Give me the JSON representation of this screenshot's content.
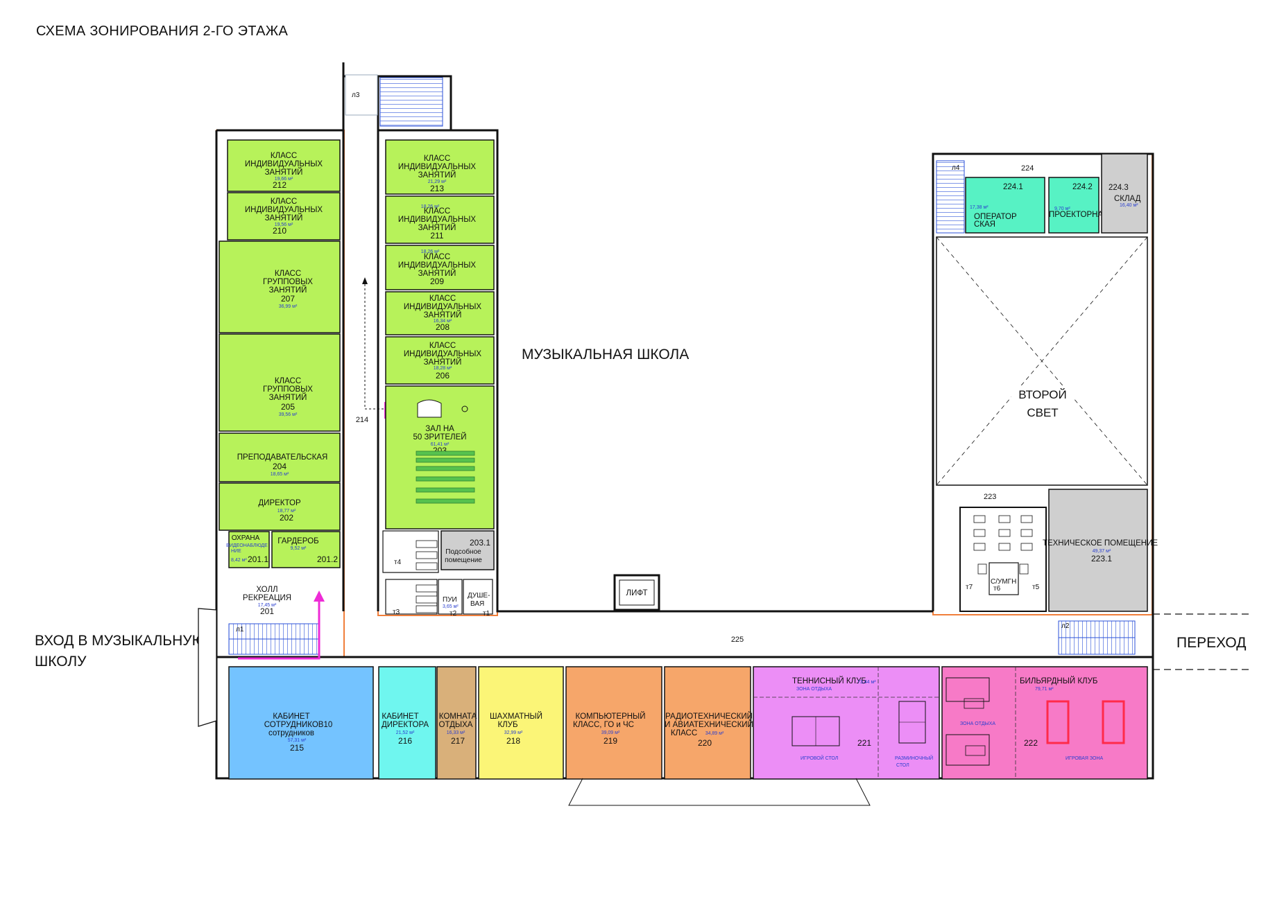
{
  "title": "СХЕМА ЗОНИРОВАНИЯ 2-ГО ЭТАЖА",
  "labels": {
    "school": "МУЗЫКАЛЬНАЯ ШКОЛА",
    "entrance_1": "ВХОД В МУЗЫКАЛЬНУЮ",
    "entrance_2": "ШКОЛУ",
    "transition": "ПЕРЕХОД",
    "second_light_1": "ВТОРОЙ",
    "second_light_2": "СВЕТ",
    "lift": "ЛИФТ",
    "corridor_214": "214",
    "corridor_225": "225",
    "corridor_224": "224",
    "corridor_223": "223"
  },
  "stairs": {
    "l1": "л1",
    "l2": "л2",
    "l3": "л3",
    "l4": "л4"
  },
  "toilets": {
    "t1": "т1",
    "t2": "т2",
    "t3": "т3",
    "t4": "т4",
    "t5": "т5",
    "t6": "т6",
    "t7": "т7"
  },
  "rooms": {
    "r212": {
      "name": [
        "КЛАСС",
        "ИНДИВИДУАЛЬНЫХ",
        "ЗАНЯТИЙ"
      ],
      "area": "19,66 м²",
      "number": "212"
    },
    "r210": {
      "name": [
        "КЛАСС",
        "ИНДИВИДУАЛЬНЫХ",
        "ЗАНЯТИЙ"
      ],
      "area": "19,56 м²",
      "number": "210"
    },
    "r207": {
      "name": [
        "КЛАСС",
        "ГРУППОВЫХ",
        "ЗАНЯТИЙ"
      ],
      "area": "36,99 м²",
      "number": "207"
    },
    "r205": {
      "name": [
        "КЛАСС",
        "ГРУППОВЫХ",
        "ЗАНЯТИЙ"
      ],
      "area": "39,56 м²",
      "number": "205"
    },
    "r204": {
      "name": [
        "ПРЕПОДАВАТЕЛЬСКАЯ"
      ],
      "area": "",
      "number": "204",
      "area2": "18,65 м²"
    },
    "r202": {
      "name": [
        "ДИРЕКТОР"
      ],
      "area": "18,77 м²",
      "number": "202"
    },
    "r201_1": {
      "name": [
        "ОХРАНА",
        "ВИДЕОНАБЛЮДЕ",
        "НИЕ"
      ],
      "area": "8,42 м²",
      "number": "201.1"
    },
    "r201_2": {
      "name": [
        "ГАРДЕРОБ"
      ],
      "area": "9,52 м²",
      "number": "201.2"
    },
    "r201": {
      "name": [
        "ХОЛЛ",
        "РЕКРЕАЦИЯ"
      ],
      "area": "17,45 м²",
      "number": "201"
    },
    "r213": {
      "name": [
        "КЛАСС",
        "ИНДИВИДУАЛЬНЫХ",
        "ЗАНЯТИЙ"
      ],
      "area": "21,29 м²",
      "number": "213"
    },
    "r211": {
      "name": [
        "КЛАСС",
        "ИНДИВИДУАЛЬНЫХ",
        "ЗАНЯТИЙ"
      ],
      "area": "18,26 м²",
      "number": "211"
    },
    "r209": {
      "name": [
        "КЛАСС",
        "ИНДИВИДУАЛЬНЫХ",
        "ЗАНЯТИЙ"
      ],
      "area": "18,26 м²",
      "number": "209"
    },
    "r208": {
      "name": [
        "КЛАСС",
        "ИНДИВИДУАЛЬНЫХ",
        "ЗАНЯТИЙ"
      ],
      "area": "16,34 м²",
      "number": "208"
    },
    "r206": {
      "name": [
        "КЛАСС",
        "ИНДИВИДУАЛЬНЫХ",
        "ЗАНЯТИЙ"
      ],
      "area": "18,28 м²",
      "number": "206"
    },
    "r203": {
      "name": [
        "ЗАЛ НА",
        "50 ЗРИТЕЛЕЙ"
      ],
      "area": "61,41 м²",
      "number": "203"
    },
    "r203_1": {
      "name": [
        "Подсобное",
        "помещение"
      ],
      "number": "203.1"
    },
    "r_pui": {
      "name": [
        "ПУИ"
      ],
      "area": "3,65 м²"
    },
    "r_shower": {
      "name": [
        "ДУШЕ-",
        "ВАЯ"
      ]
    },
    "r215": {
      "name": [
        "КАБИНЕТ",
        "СОТРУДНИКОВ10",
        "сотрудников"
      ],
      "area": "57,31 м²",
      "number": "215"
    },
    "r216": {
      "name": [
        "КАБИНЕТ",
        "ДИРЕКТОРА"
      ],
      "area": "21,52 м²",
      "number": "216"
    },
    "r217": {
      "name": [
        "КОМНАТА",
        "ОТДЫХА"
      ],
      "area": "16,33 м²",
      "number": "217"
    },
    "r218": {
      "name": [
        "ШАХМАТНЫЙ",
        "КЛУБ"
      ],
      "area": "32,99 м²",
      "number": "218"
    },
    "r219": {
      "name": [
        "КОМПЬЮТЕРНЫЙ",
        "КЛАСС, ГО и ЧС"
      ],
      "area": "39,09 м²",
      "number": "219"
    },
    "r220": {
      "name": [
        "РАДИОТЕХНИЧЕСКИЙ",
        "И АВИАТЕХНИЧЕСКИЙ",
        "КЛАСС"
      ],
      "area": "34,89 м²",
      "number": "220"
    },
    "r221": {
      "name": [
        "ТЕННИСНЫЙ КЛУБ"
      ],
      "area": "73,44 м²",
      "number": "221",
      "zone": "ЗОНА ОТДЫХА",
      "table": "ИГРОВОЙ СТОЛ",
      "warmup_1": "РАЗМИНОЧНЫЙ",
      "warmup_2": "СТОЛ"
    },
    "r222": {
      "name": [
        "БИЛЬЯРДНЫЙ КЛУБ"
      ],
      "area": "79,71 м²",
      "number": "222",
      "zone": "ЗОНА ОТДЫХА",
      "play": "ИГРОВАЯ ЗОНА"
    },
    "r223_1": {
      "name": [
        "ТЕХНИЧЕСКОЕ ПОМЕЩЕНИЕ"
      ],
      "area": "49,37 м²",
      "number": "223.1"
    },
    "r224_1": {
      "name": [
        "ОПЕРАТОР",
        "СКАЯ"
      ],
      "area": "17,38 м²",
      "number": "224.1"
    },
    "r224_2": {
      "name": [
        "ПРОЕКТОРНАЯ"
      ],
      "area": "9,70 м²",
      "number": "224.2"
    },
    "r224_3": {
      "name": [
        "СКЛАД"
      ],
      "area": "16,40 м²",
      "number": "224.3"
    },
    "r_su": {
      "name": [
        "С/УМГН"
      ]
    }
  },
  "colors": {
    "music_rooms": "#b7f25a",
    "staff_office": "#74c3ff",
    "director_office": "#6ff6ef",
    "rest_room": "#d9b07a",
    "chess": "#fbf577",
    "computer": "#f6a66a",
    "tennis": "#ec8ef6",
    "billiard": "#f77ac7",
    "technical": "#cfcfcf",
    "operator": "#57f2c4",
    "walls": "#111111",
    "wall_fill": "#ffffff",
    "outline_orange": "#f07e3a",
    "route": "#ee2bd6"
  }
}
